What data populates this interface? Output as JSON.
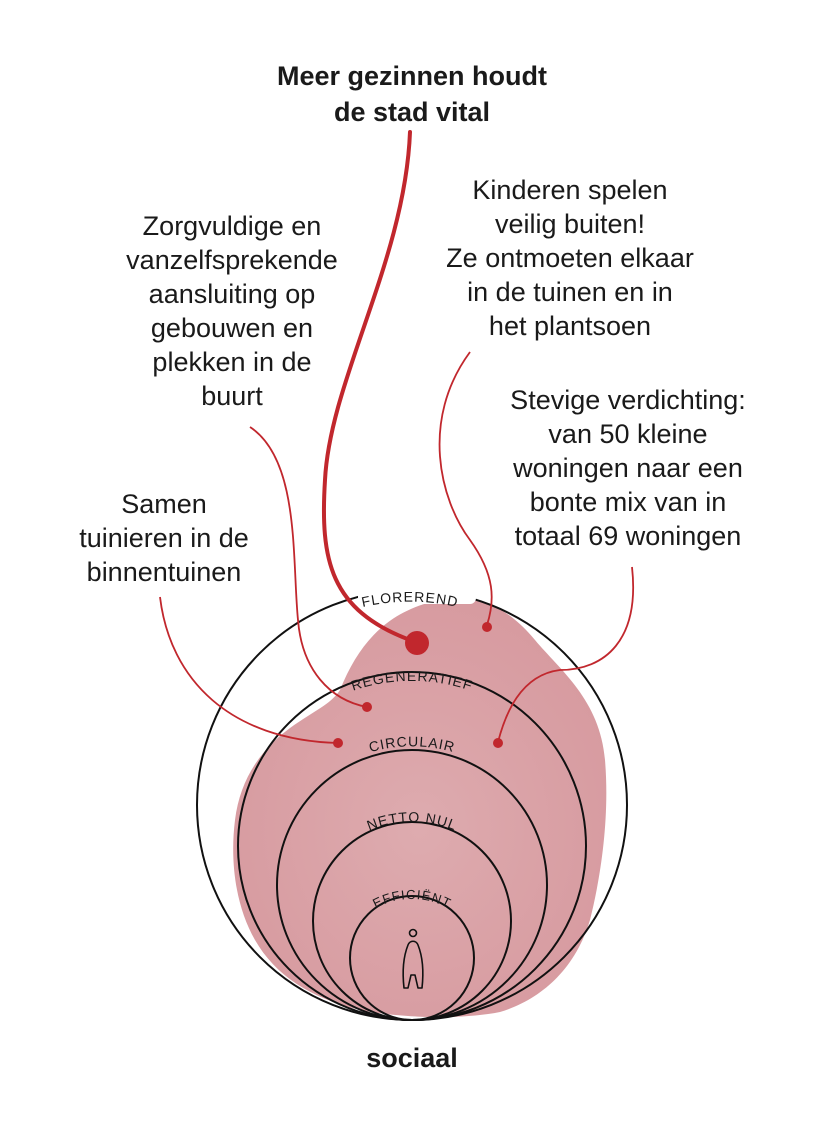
{
  "title": [
    "Meer gezinnen houdt",
    "de stad vital"
  ],
  "annotations": {
    "kinderen": [
      "Kinderen spelen",
      "veilig buiten!",
      "Ze ontmoeten elkaar",
      "in de tuinen en in",
      "het plantsoen"
    ],
    "zorgvuldige": [
      "Zorgvuldige en",
      "vanzelfsprekende",
      "aansluiting op",
      "gebouwen en",
      "plekken in de",
      "buurt"
    ],
    "verdichting": [
      "Stevige verdichting:",
      "van 50 kleine",
      "woningen naar een",
      "bonte mix van in",
      "totaal 69 woningen"
    ],
    "samen": [
      "Samen",
      "tuinieren in de",
      "binnentuinen"
    ]
  },
  "rings": {
    "florerend": "FLOREREND",
    "regeneratief": "REGENERATIEF",
    "circulair": "CIRCULAIR",
    "netto_nul": "NETTO NUL",
    "efficient": "EFFICIËNT"
  },
  "footer": "sociaal",
  "colors": {
    "accent": "#c1272d",
    "blob": "#dca7ab",
    "ring": "#111111",
    "text": "#1a1a1a"
  }
}
